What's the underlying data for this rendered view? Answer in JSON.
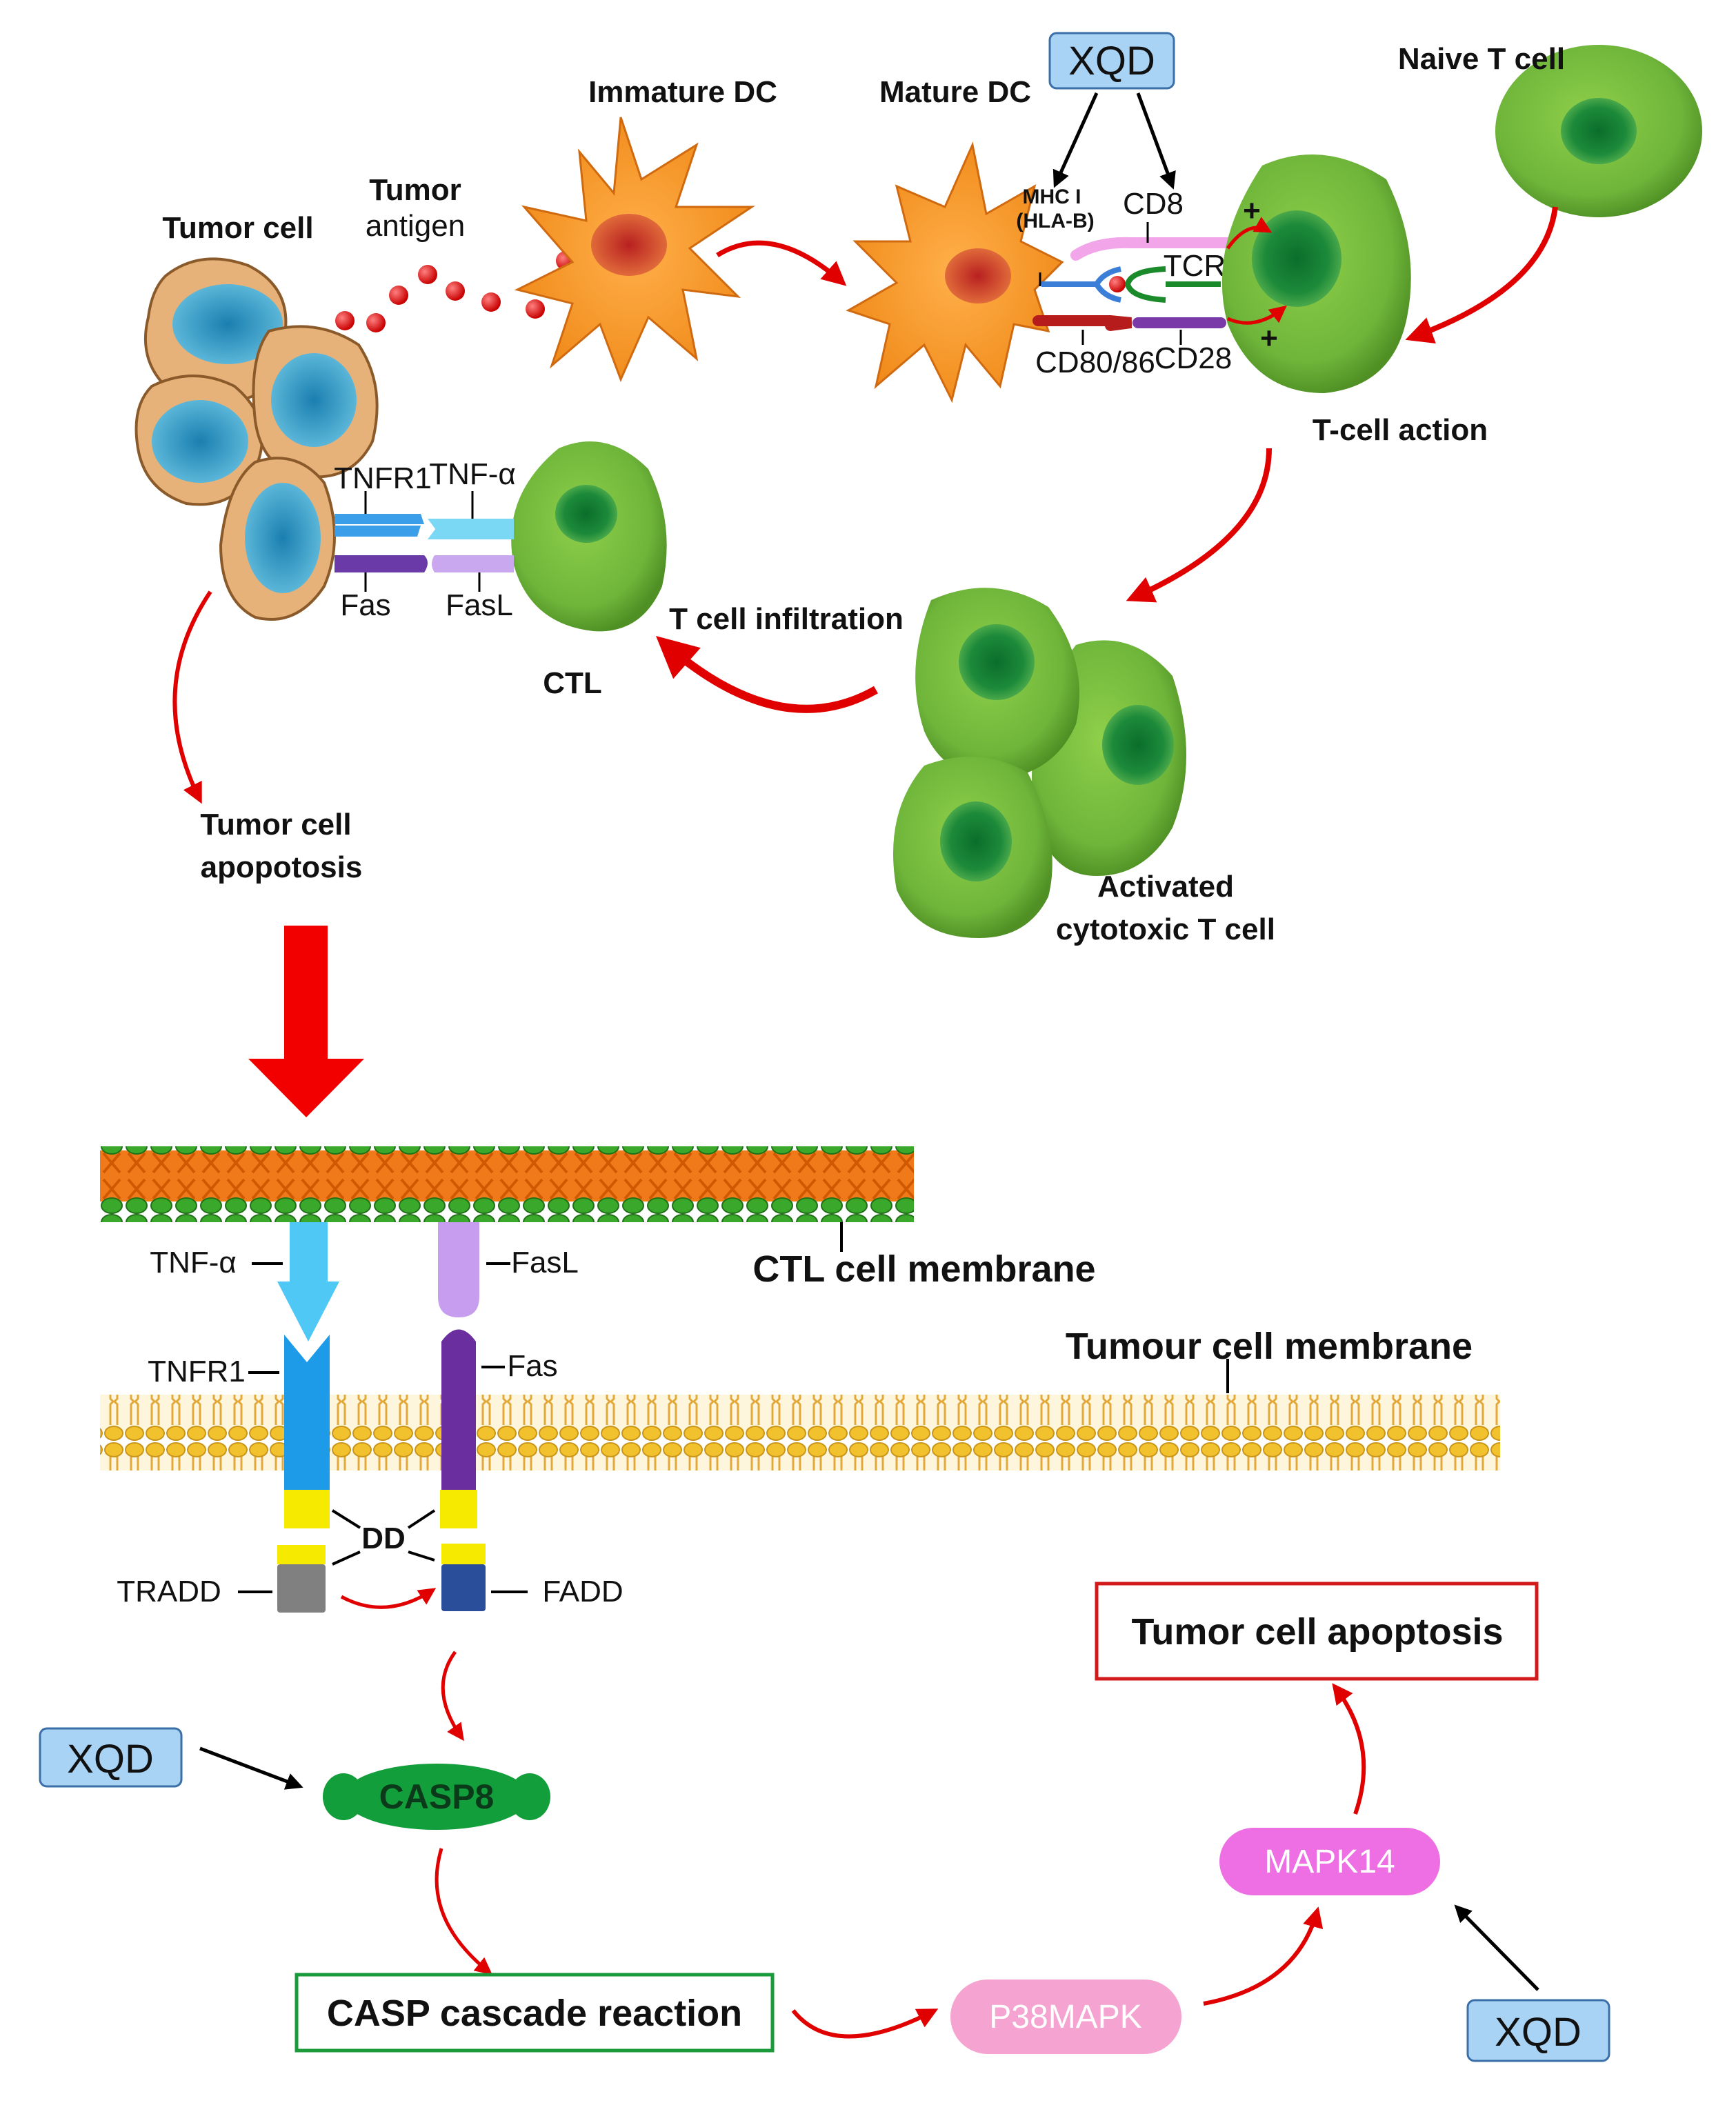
{
  "labels": {
    "xqd_top": "XQD",
    "xqd_left": "XQD",
    "xqd_right": "XQD",
    "tumor_cell": "Tumor cell",
    "tumor_antigen_1": "Tumor",
    "tumor_antigen_2": "antigen",
    "immature_dc": "Immature DC",
    "mature_dc": "Mature DC",
    "naive_t_cell": "Naive T cell",
    "mhc_1": "MHC I",
    "hla_b": "(HLA-B)",
    "cd8": "CD8",
    "tcr": "TCR",
    "cd80_86": "CD80/86",
    "cd28": "CD28",
    "plus": "+",
    "t_cell_action": "T-cell action",
    "activated_1": "Activated",
    "activated_2": "cytotoxic T cell",
    "t_cell_infiltration": "T cell infiltration",
    "ctl": "CTL",
    "tnfr1": "TNFR1",
    "tnf_alpha": "TNF-α",
    "fas": "Fas",
    "fasl": "FasL",
    "tumor_apoptosis_1": "Tumor cell",
    "tumor_apoptosis_2": "apopotosis",
    "ctl_membrane": "CTL cell membrane",
    "tumour_membrane": "Tumour cell membrane",
    "dd": "DD",
    "tradd": "TRADD",
    "fadd": "FADD",
    "casp8": "CASP8",
    "casp_cascade": "CASP cascade reaction",
    "p38mapk": "P38MAPK",
    "mapk14": "MAPK14",
    "tumor_apoptosis_box": "Tumor cell apoptosis"
  },
  "colors": {
    "arrow_red": "#e00000",
    "xqd_box_fill": "#a9d3f5",
    "cell_green": "#6eb53a",
    "dendritic_orange": "#f08a1a",
    "casp8_green": "#129e3a",
    "p38mapk_pink": "#f5a3d0",
    "mapk14_magenta": "#ee6fe4",
    "cascade_box_border": "#1a9a3a",
    "apoptosis_box_border": "#d21a1a"
  }
}
